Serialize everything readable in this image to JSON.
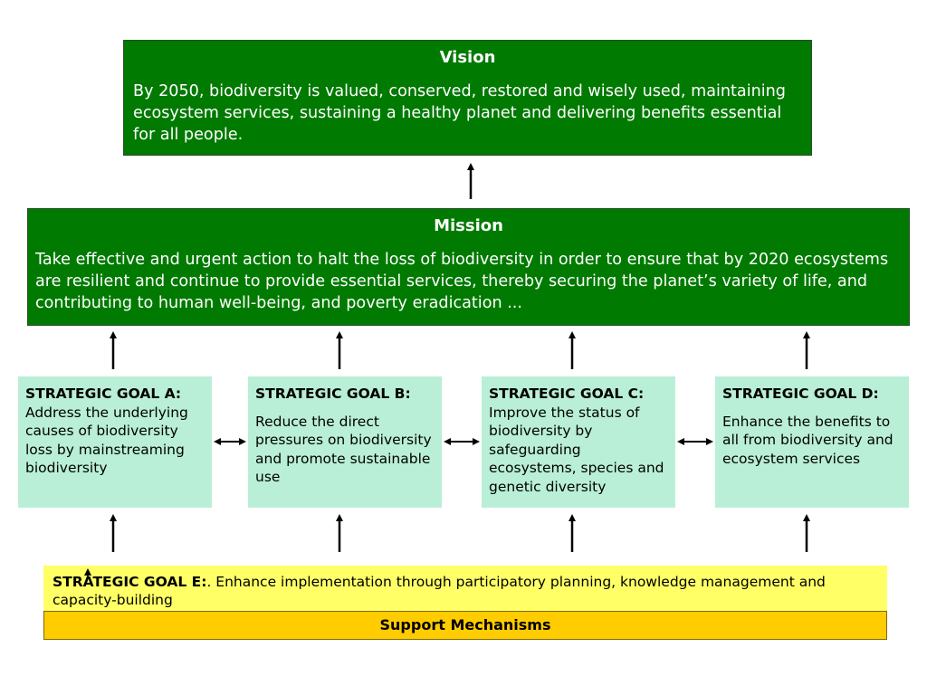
{
  "vision": {
    "title": "Vision",
    "text": "By 2050, biodiversity is valued, conserved, restored and wisely used, maintaining ecosystem services, sustaining a healthy planet and delivering benefits essential for all people."
  },
  "mission": {
    "title": "Mission",
    "text": "Take effective and urgent action to halt the loss of biodiversity in order to ensure that by 2020 ecosystems are resilient and continue to provide essential services, thereby securing the planet’s variety of life, and contributing to human well-being, and poverty eradication ..."
  },
  "goals": [
    {
      "title": "STRATEGIC GOAL A:",
      "text": "Address the underlying causes of biodiversity loss by mainstreaming biodiversity"
    },
    {
      "title": "STRATEGIC GOAL B:",
      "text": "Reduce the direct pressures on biodiversity and promote sustainable use"
    },
    {
      "title": "STRATEGIC GOAL C:",
      "text": "Improve the status of biodiversity by safeguarding ecosystems, species and genetic diversity"
    },
    {
      "title": "STRATEGIC GOAL D:",
      "text": "Enhance the benefits to all from biodiversity and ecosystem services"
    }
  ],
  "goal_e": {
    "title": "STRATEGIC GOAL E:",
    "text": ". Enhance implementation through participatory planning, knowledge management and capacity-building"
  },
  "support": {
    "label": "Support Mechanisms"
  },
  "colors": {
    "vision_mission_fill": "#007a00",
    "goal_fill": "#b9efd6",
    "goal_e_fill": "#ffff66",
    "support_fill": "#ffcc00"
  }
}
